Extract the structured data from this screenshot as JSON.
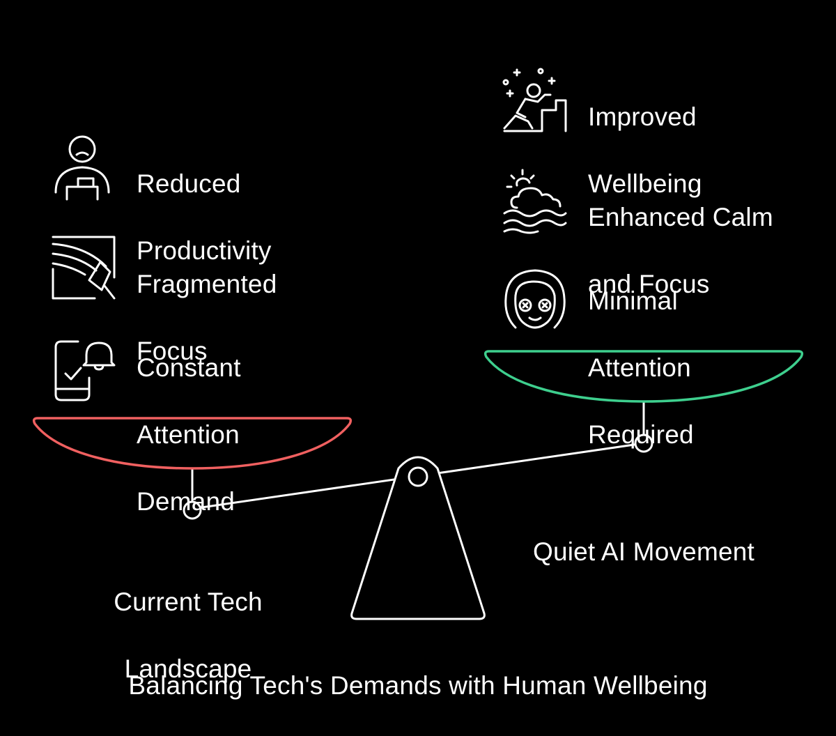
{
  "title": "Balancing Tech's Demands with Human Wellbeing",
  "colors": {
    "background": "#000000",
    "left_pan": "#f06060",
    "right_pan": "#3ecf8e",
    "line": "#ffffff"
  },
  "left": {
    "label_lines": [
      "Current Tech",
      "Landscape"
    ],
    "items": [
      {
        "lines": [
          "Reduced",
          "Productivity"
        ],
        "icon": "person-desk-icon"
      },
      {
        "lines": [
          "Fragmented",
          "Focus"
        ],
        "icon": "broken-focus-icon"
      },
      {
        "lines": [
          "Constant",
          "Attention",
          "Demand"
        ],
        "icon": "phone-notification-icon"
      }
    ]
  },
  "right": {
    "label": "Quiet AI Movement",
    "items": [
      {
        "lines": [
          "Improved",
          "Wellbeing"
        ],
        "icon": "relaxing-person-icon"
      },
      {
        "lines": [
          "Enhanced Calm",
          "and Focus"
        ],
        "icon": "sun-cloud-waves-icon"
      },
      {
        "lines": [
          "Minimal",
          "Attention",
          "Required"
        ],
        "icon": "spa-face-icon"
      }
    ]
  }
}
